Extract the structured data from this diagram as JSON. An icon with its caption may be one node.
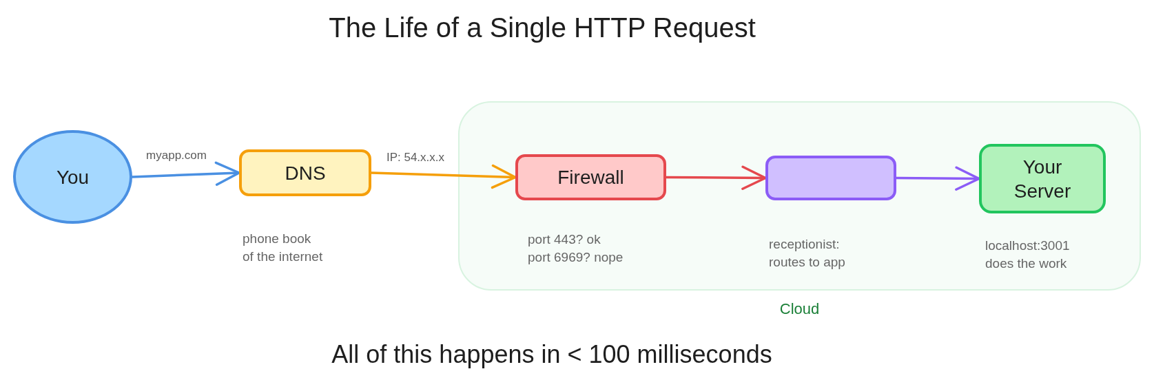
{
  "diagram": {
    "title": "The Life of a Single HTTP Request",
    "caption": "All of this happens in < 100 milliseconds",
    "nodes": [
      {
        "text": [
          "You"
        ]
      },
      {
        "text": [
          "DNS"
        ],
        "beside": [
          "phone book of the internet"
        ]
      },
      {
        "text": [
          "Cloud"
        ]
      },
      {
        "text": [
          "Firewall"
        ],
        "in": 2,
        "beside": [
          "port 443? ok",
          "port 6969? nope"
        ]
      },
      {
        "text": [],
        "shape": "box",
        "in": 2,
        "beside": [
          "receptionist: routes to app"
        ]
      },
      {
        "text": [
          "Your Server"
        ],
        "in": 2,
        "beside": [
          "localhost:3001 does the work"
        ]
      }
    ],
    "edges": [
      {
        "from": 0,
        "to": 1,
        "arrow": "to",
        "label": "myapp.com",
        "color": "#4a90e2"
      },
      {
        "from": 1,
        "to": 3,
        "arrow": "to",
        "label": "IP: 54.x.x.x",
        "color": "#f59f0b"
      },
      {
        "from": 3,
        "to": 4,
        "arrow": "to",
        "color": "#e5484d"
      },
      {
        "from": 4,
        "to": 5,
        "arrow": "to",
        "color": "#8b5cf6"
      }
    ]
  }
}
